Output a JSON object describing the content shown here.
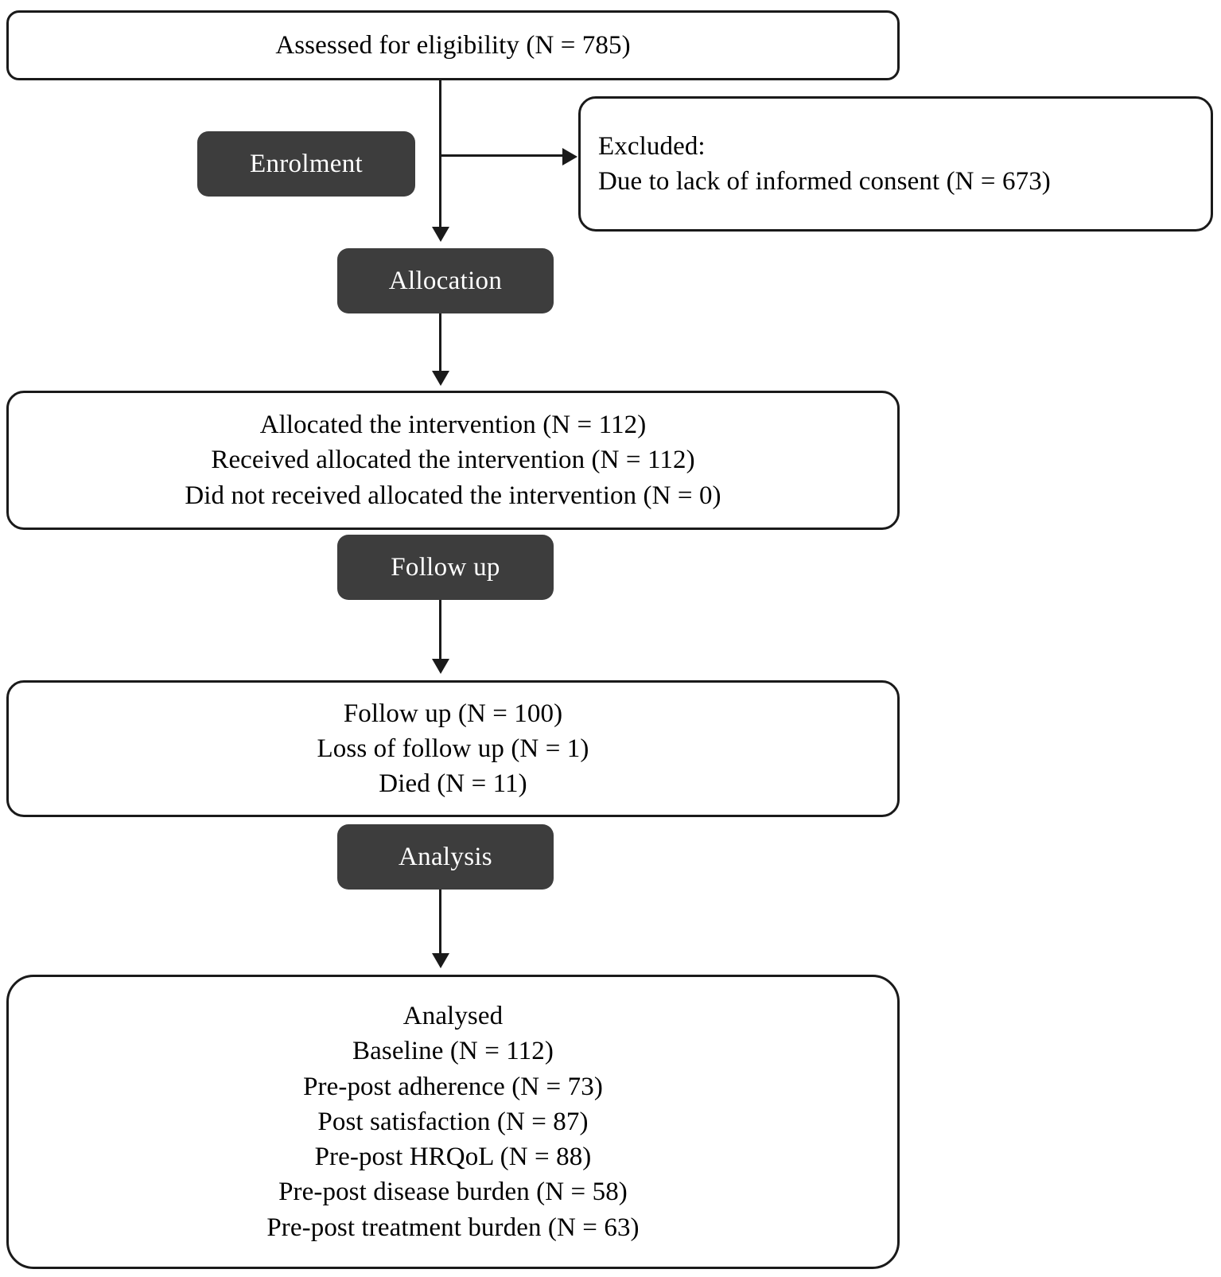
{
  "diagram": {
    "title": "CONSORT participant flow diagram",
    "colors": {
      "stage_fill": "#3d3d3d",
      "stage_text": "#ffffff",
      "box_border": "#1a1a1a",
      "background": "#ffffff"
    }
  },
  "stages": {
    "enrolment": "Enrolment",
    "allocation": "Allocation",
    "followup": "Follow up",
    "analysis": "Analysis"
  },
  "nodes": {
    "eligibility": {
      "lines": [
        "Assessed for eligibility (N = 785)"
      ]
    },
    "excluded": {
      "lines": [
        "Excluded:",
        " Due to lack of informed consent (N = 673)"
      ]
    },
    "allocated": {
      "lines": [
        "Allocated the intervention (N = 112)",
        "Received allocated the intervention (N = 112)",
        "Did not received allocated the intervention (N = 0)"
      ]
    },
    "followup": {
      "lines": [
        "Follow up (N = 100)",
        "Loss of follow up (N = 1)",
        "Died (N = 11)"
      ]
    },
    "analysed": {
      "lines": [
        "Analysed",
        "Baseline (N = 112)",
        "Pre-post adherence (N = 73)",
        "Post satisfaction (N = 87)",
        "Pre-post HRQoL (N = 88)",
        "Pre-post disease burden (N = 58)",
        "Pre-post treatment burden (N = 63)"
      ]
    }
  },
  "counts": {
    "assessed": 785,
    "excluded_no_consent": 673,
    "allocated": 112,
    "received_allocated": 112,
    "not_received_allocated": 0,
    "followed_up": 100,
    "loss_to_followup": 1,
    "died": 11,
    "analysed_baseline": 112,
    "analysed_adherence": 73,
    "analysed_satisfaction": 87,
    "analysed_hrqol": 88,
    "analysed_disease_burden": 58,
    "analysed_treatment_burden": 63
  }
}
